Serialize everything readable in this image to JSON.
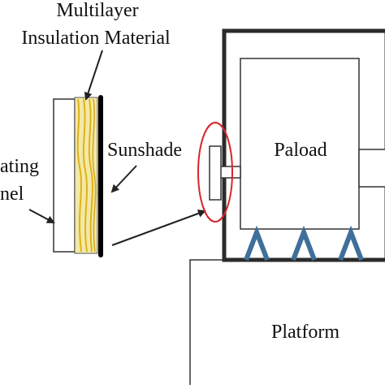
{
  "labels": {
    "mli_line1": "Multilayer",
    "mli_line2": "Insulation Material",
    "sunshade": "Sunshade",
    "panel_line1": "ating",
    "panel_line2": "nel",
    "payload": "Paload",
    "platform": "Platform"
  },
  "colors": {
    "frame": "#2b2b2b",
    "mli_fill": "#f3e9a6",
    "mli_fiber": "#e0b21a",
    "highlight_ellipse": "#d8242b",
    "feet": "#3f6f9a",
    "sunshade": "#000000"
  }
}
